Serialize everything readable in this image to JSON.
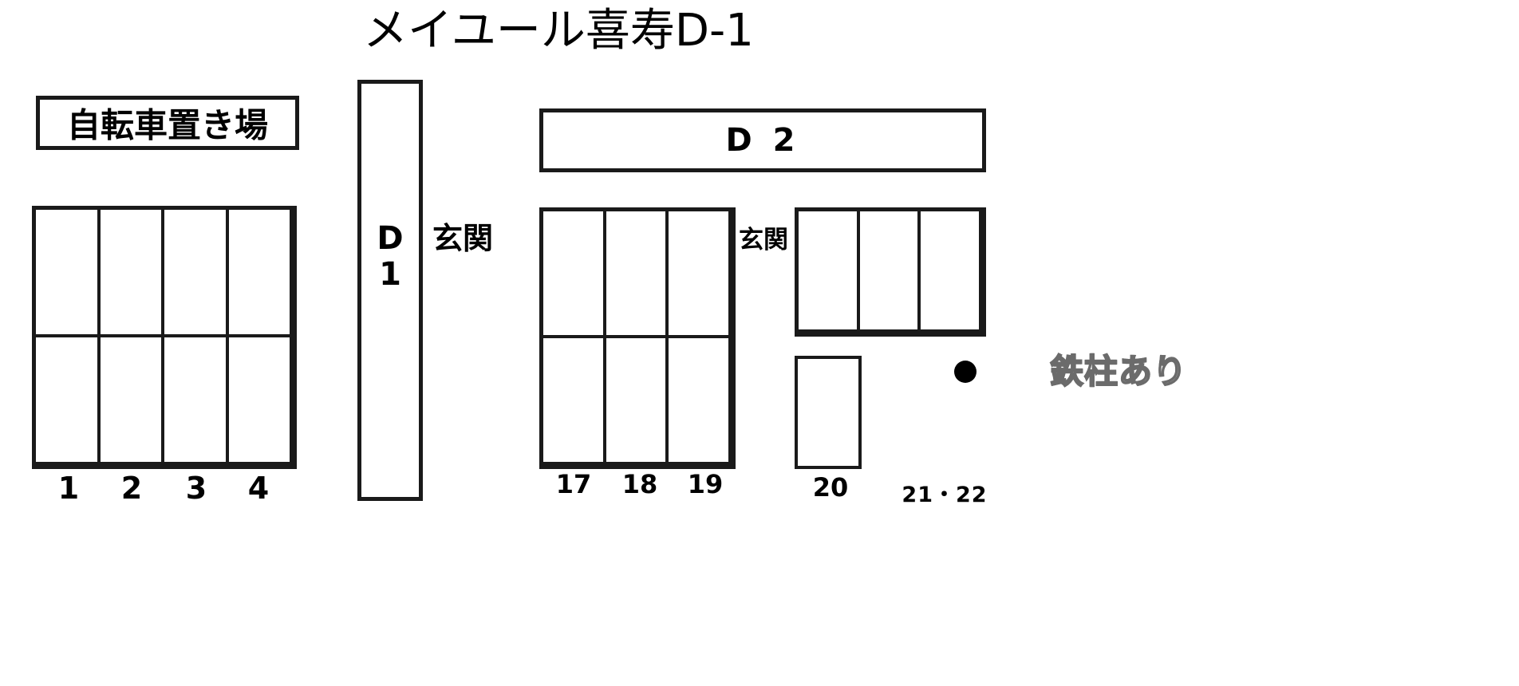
{
  "title": "メイユール喜寿D-1",
  "bicycle_area": {
    "label": "自転車置き場"
  },
  "buildings": [
    {
      "id": "d1",
      "line1": "D",
      "line2": "1"
    },
    {
      "id": "d2",
      "label": "D 2"
    }
  ],
  "entrances": [
    {
      "id": "genkan-d1",
      "label": "玄関"
    },
    {
      "id": "genkan-d2",
      "label": "玄関"
    }
  ],
  "parking": {
    "left_block": {
      "columns": 4,
      "rows": 2,
      "stall_numbers": [
        "1",
        "2",
        "3",
        "4"
      ]
    },
    "middle_block": {
      "columns": 3,
      "rows": 2,
      "stall_numbers": [
        "17",
        "18",
        "19"
      ]
    },
    "right_block": {
      "columns": 3,
      "rows": 1,
      "stall_numbers": []
    },
    "single_stall": {
      "stall_number": "20"
    },
    "pillar_stalls": {
      "label": "21・22"
    }
  },
  "notes": {
    "pillar": "鉄柱あり",
    "pillar_marker": "black-dot"
  },
  "colors": {
    "outline": "#1a1a1a",
    "text": "#000000",
    "background": "#ffffff",
    "note_outline": "#6b6b6b"
  }
}
